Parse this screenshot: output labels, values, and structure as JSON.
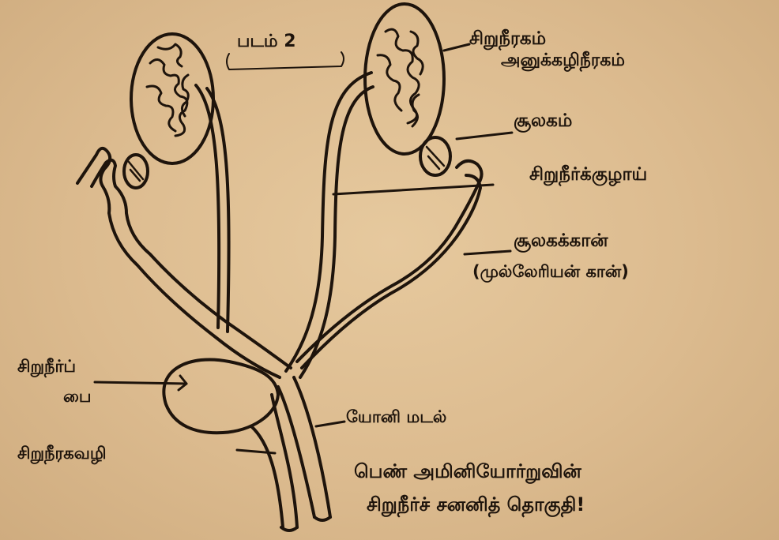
{
  "figure": {
    "title": "படம் 2"
  },
  "labels": {
    "kidney": "சிறுநீரகம்",
    "kidney_sub": "அனுக்கழிநீரகம்",
    "ovary": "சூலகம்",
    "mesonephric": "சிறுநீர்க்குழாய்",
    "oviduct": "சூலகக்கான்",
    "mullerian": "(முல்லேரியன் கான்)",
    "bladder_line1": "சிறுநீர்ப்",
    "bladder_line2": "பை",
    "uterus": "யோனி மடல்",
    "urethra": "சிறுநீரகவழி"
  },
  "caption": {
    "line1": "பெண் அமினியோர்றுவின்",
    "line2": "சிறுநீர்ச் சனனித் தொகுதி!"
  },
  "colors": {
    "paper": "#dcbb8f",
    "ink": "#1e140c"
  }
}
